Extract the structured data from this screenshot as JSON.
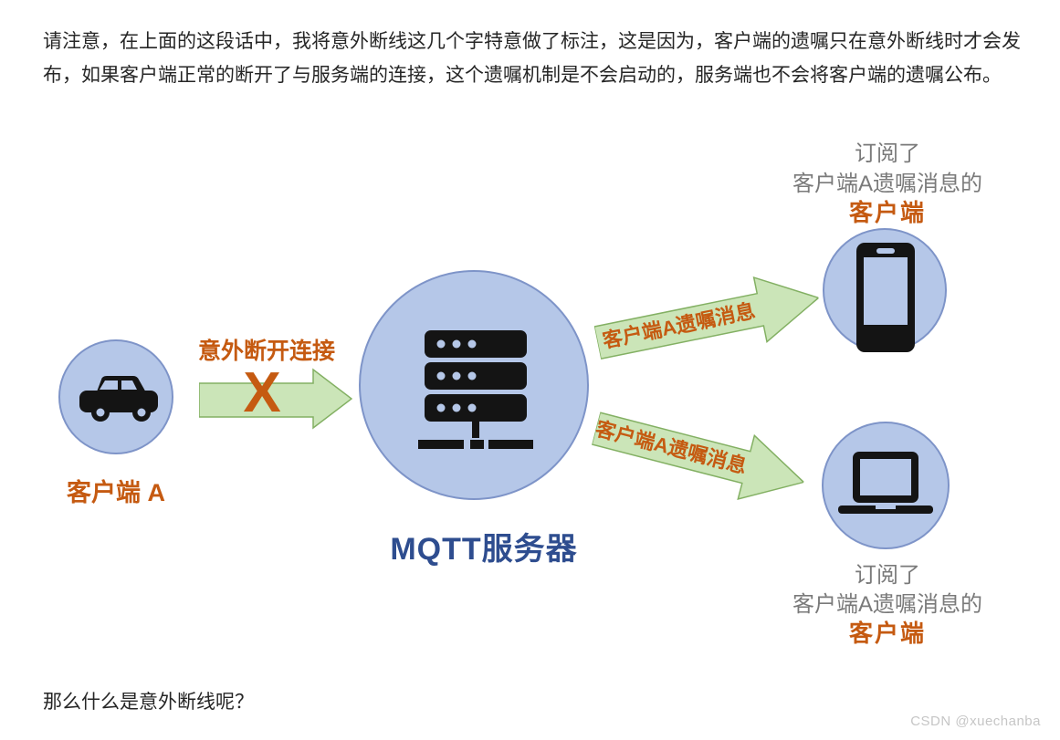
{
  "paragraph_top": {
    "line1": "请注意，在上面的这段话中，我将意外断线这几个字特意做了标注，这是因为，客户端的遗嘱只在意外断线时才会发",
    "line2": "布，如果客户端正常的断开了与服务端的连接，这个遗嘱机制是不会启动的，服务端也不会将客户端的遗嘱公布。"
  },
  "diagram": {
    "client_a": {
      "label": "客户端 A",
      "icon": "car-icon"
    },
    "disconnect": {
      "label": "意外断开连接",
      "x_mark": "X"
    },
    "server": {
      "label": "MQTT服务器",
      "icon": "server-icon"
    },
    "arrow_top": {
      "label": "客户端A遗嘱消息"
    },
    "arrow_bottom": {
      "label": "客户端A遗嘱消息"
    },
    "subscriber_top": {
      "line1": "订阅了",
      "line2": "客户端A遗嘱消息的",
      "line3": "客户端",
      "icon": "smartphone-icon"
    },
    "subscriber_bottom": {
      "line1": "订阅了",
      "line2": "客户端A遗嘱消息的",
      "line3": "客户端",
      "icon": "laptop-icon"
    },
    "colors": {
      "circle_fill": "#b5c7e8",
      "circle_border": "#7e94c8",
      "arrow_fill": "#cbe5b8",
      "arrow_border": "#83b063",
      "orange_accent": "#c55a11",
      "server_label_navy": "#2e4d8f",
      "caption_gray": "#7a7a7a",
      "body_text": "#262626"
    }
  },
  "paragraph_bottom": "那么什么是意外断线呢？",
  "watermark": "CSDN @xuechanba"
}
